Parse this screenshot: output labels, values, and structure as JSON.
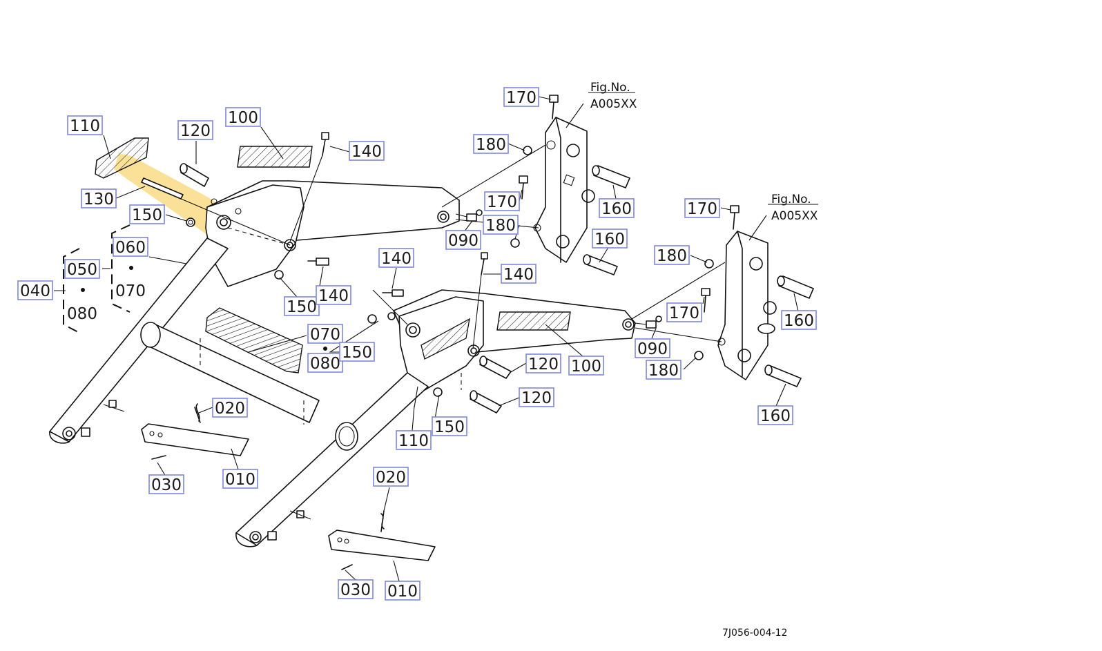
{
  "diagram": {
    "fig_note": {
      "line1": "Fig.No.",
      "line2": "A005XX"
    },
    "drawing_code": "7J056-004-12",
    "highlight_color": "#f5c842",
    "label_box_color": "#7f86e0",
    "labels": {
      "l110a": "110",
      "l120a": "120",
      "l100a": "100",
      "l140a": "140",
      "l130": "130",
      "l150a": "150",
      "l060": "060",
      "l050": "050",
      "l040": "040",
      "l070a": "070",
      "l080a": "080",
      "l150b": "150",
      "l140b": "140",
      "l140c": "140",
      "l140d": "140",
      "l070b": "070",
      "l080b": "080",
      "l150c": "150",
      "l020a": "020",
      "l030a": "030",
      "l010a": "010",
      "l120b": "120",
      "l100b": "100",
      "l120c": "120",
      "l110b": "110",
      "l150d": "150",
      "l020b": "020",
      "l030b": "030",
      "l010b": "010",
      "l170a": "170",
      "l180a": "180",
      "l170b": "170",
      "l180b": "180",
      "l090a": "090",
      "l160a": "160",
      "l160b": "160",
      "l170c": "170",
      "l180c": "180",
      "l170d": "170",
      "l160c": "160",
      "l090b": "090",
      "l180d": "180",
      "l160d": "160"
    }
  }
}
